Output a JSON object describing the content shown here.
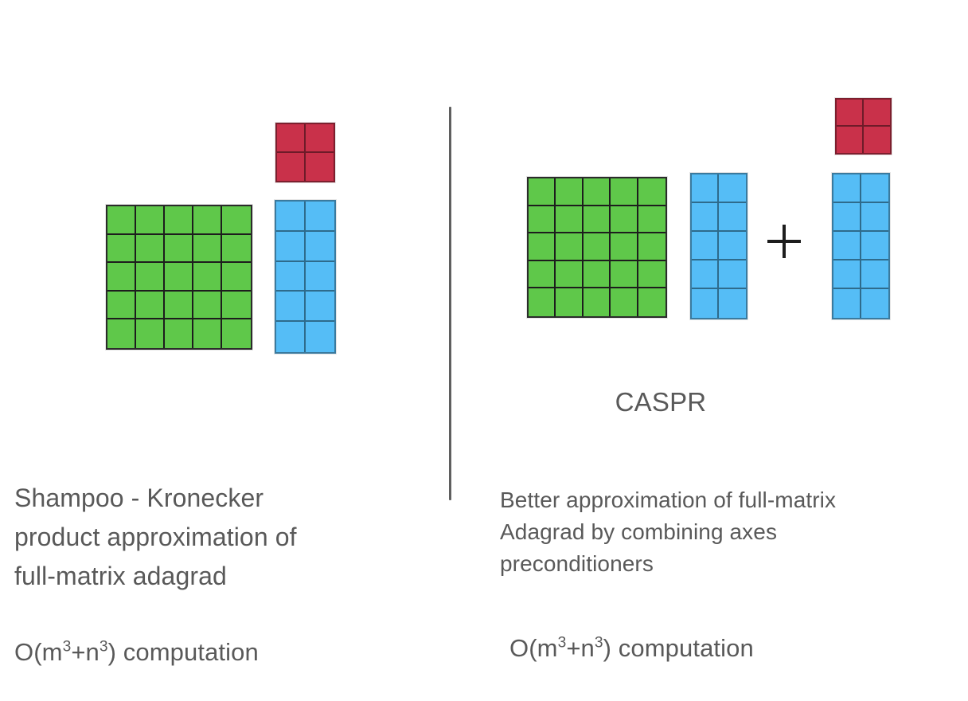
{
  "slide": {
    "background_color": "#ffffff",
    "text_color": "#595959",
    "divider": {
      "name": "vertical-divider",
      "color": "#5f5f5f"
    }
  },
  "colors": {
    "green": "#5fc84a",
    "blue": "#55bdf6",
    "red": "#c9314a",
    "cell_border": "#1d1d1d",
    "text": "#595959"
  },
  "left_panel": {
    "diagram": {
      "green_matrix": {
        "label": "full-matrix-adagrad-grid",
        "rows": 5,
        "cols": 5,
        "color": "#5fc84a"
      },
      "blue_matrix": {
        "label": "left-preconditioner-grid",
        "rows": 5,
        "cols": 2,
        "color": "#55bdf6"
      },
      "red_matrix": {
        "label": "right-preconditioner-grid",
        "rows": 2,
        "cols": 2,
        "color": "#c9314a"
      }
    },
    "caption_lines": [
      "Shampoo - Kronecker",
      "product approximation of",
      "full-matrix adagrad"
    ],
    "complexity": {
      "prefix": "O(m",
      "exp1": "3",
      "mid": "+n",
      "exp2": "3",
      "suffix": ") computation"
    }
  },
  "right_panel": {
    "title": "CASPR",
    "diagram": {
      "green_matrix": {
        "label": "full-matrix-adagrad-grid",
        "rows": 5,
        "cols": 5,
        "color": "#5fc84a"
      },
      "blue_matrix_1": {
        "label": "axes-preconditioner-grid-1",
        "rows": 5,
        "cols": 2,
        "color": "#55bdf6"
      },
      "operator": "+",
      "blue_matrix_2": {
        "label": "axes-preconditioner-grid-2",
        "rows": 5,
        "cols": 2,
        "color": "#55bdf6"
      },
      "red_matrix": {
        "label": "right-preconditioner-grid",
        "rows": 2,
        "cols": 2,
        "color": "#c9314a"
      }
    },
    "caption_lines": [
      "Better approximation of full-matrix",
      "Adagrad by combining axes",
      "preconditioners"
    ],
    "complexity": {
      "prefix": "O(m",
      "exp1": "3",
      "mid": "+n",
      "exp2": "3",
      "suffix": ") computation"
    }
  }
}
